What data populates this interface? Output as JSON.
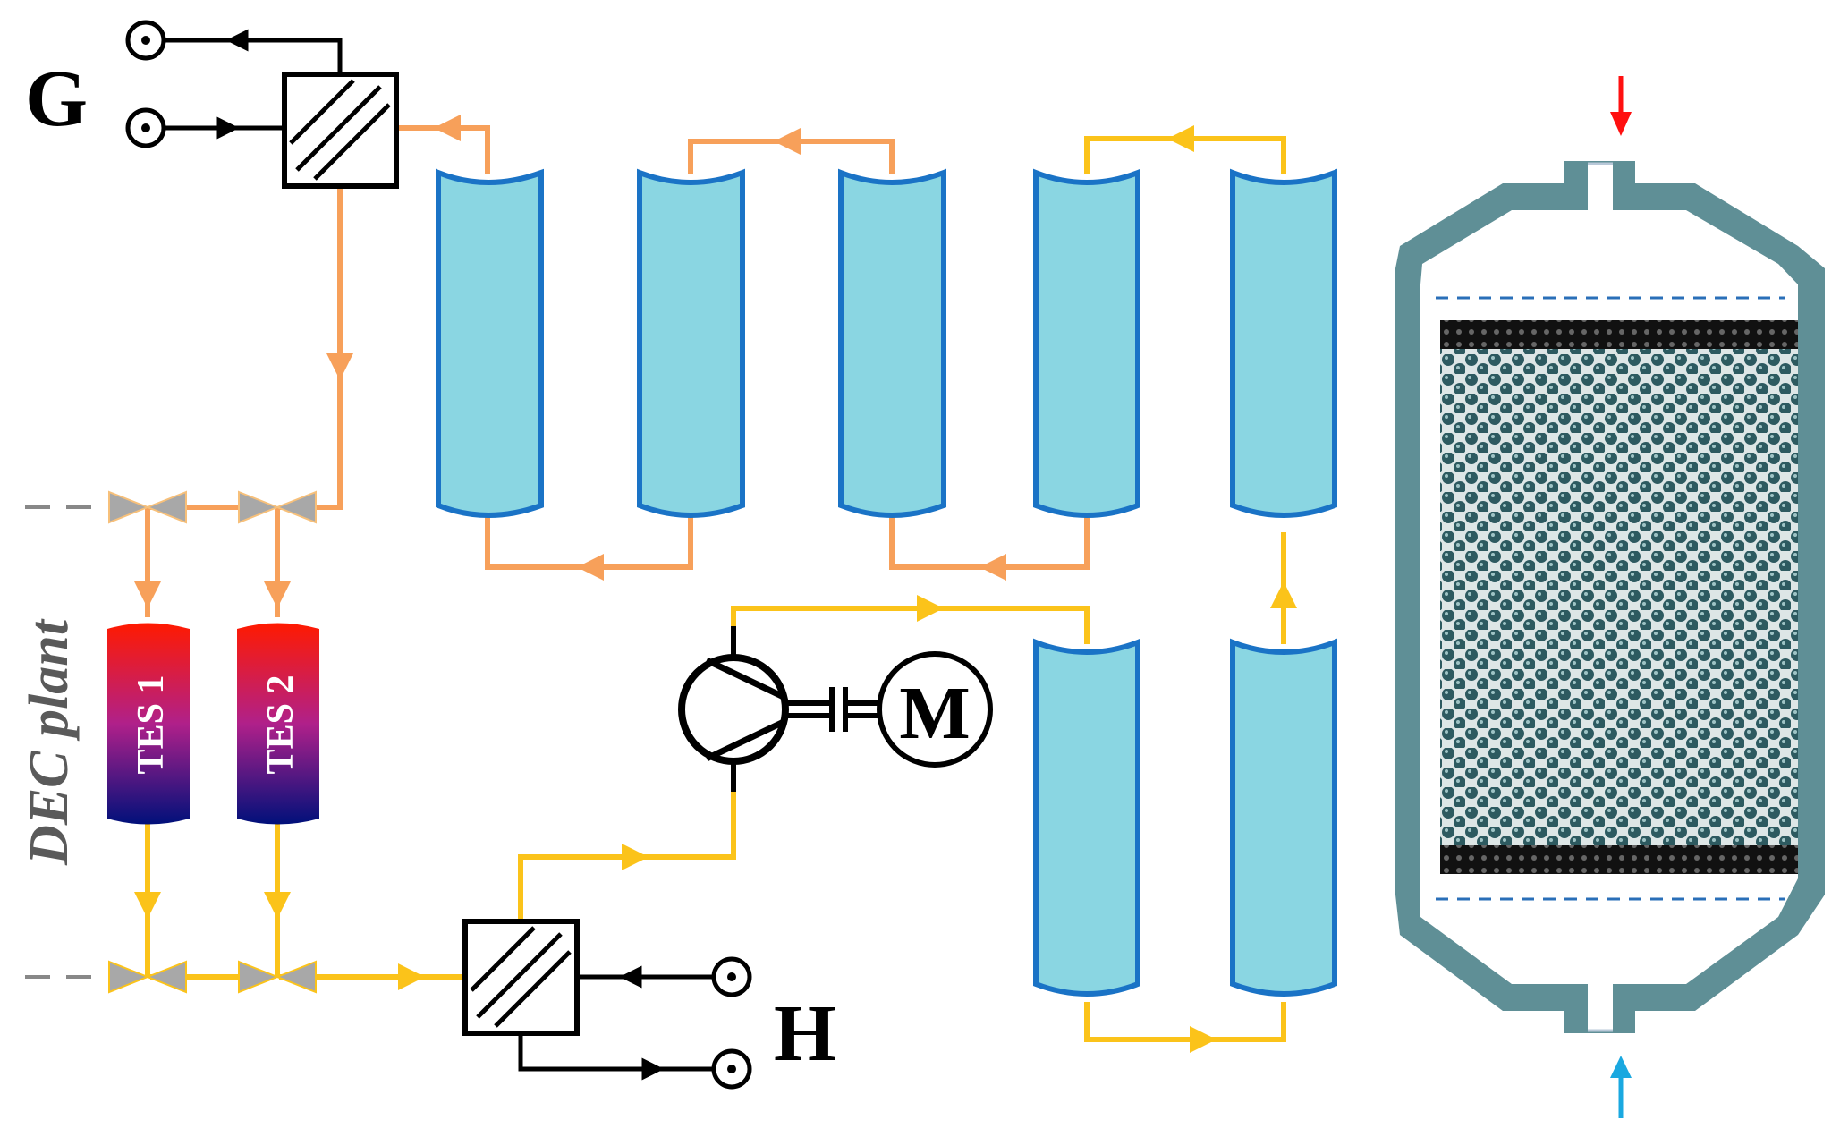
{
  "labels": {
    "generator": "G",
    "heat_user": "H",
    "motor": "M",
    "plant": "DEC plant",
    "tes1": "TES 1",
    "tes2": "TES 2"
  },
  "colors": {
    "hot_loop": "#f7a05a",
    "cold_loop": "#fbc31a",
    "line": "#000000",
    "collector_fill": "#8ad6e2",
    "collector_stroke": "#1a73c6",
    "tank_top": "#ff1a00",
    "tank_mid": "#b0208a",
    "tank_bottom": "#00107a",
    "valve": "#a8a8a8",
    "vessel_shell": "#5f8f96",
    "vessel_inner": "#ffffff",
    "packed_bed": "#2d5a60",
    "inlet_arrow": "#ff1010",
    "outlet_arrow": "#1aa8e0",
    "dash_line": "#2a6fb8"
  }
}
